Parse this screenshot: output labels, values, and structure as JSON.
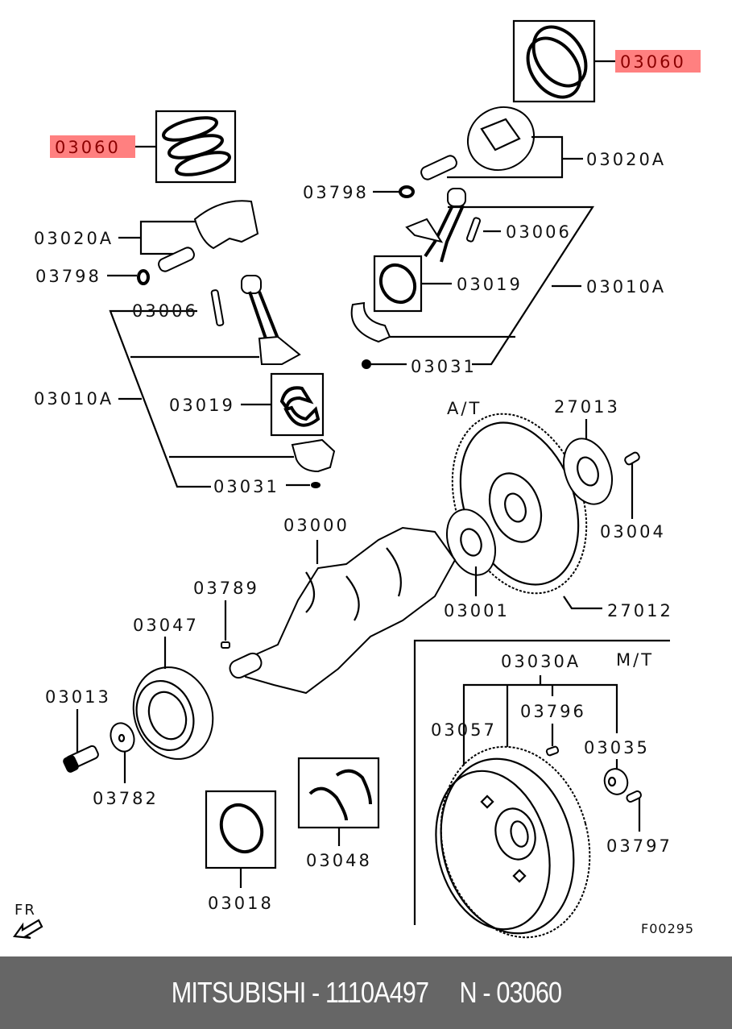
{
  "diagram": {
    "title": "Crankshaft, Piston & Flywheel exploded parts diagram",
    "highlight_color": "#ff8080",
    "highlight_text_color": "#8b0000",
    "section_labels": {
      "at": "A/T",
      "mt": "M/T"
    },
    "figure_code": "F00295",
    "front_label": "FR",
    "callouts": {
      "piston_rings_right": "03060",
      "piston_rings_left": "03060",
      "piston_right": "03020A",
      "piston_left": "03020A",
      "snap_ring_right": "03798",
      "snap_ring_left": "03798",
      "conrod_bolt_right": "03006",
      "conrod_bolt_left": "03006",
      "conrod_bearing_right": "03019",
      "conrod_bearing_left": "03019",
      "conrod_assy_right": "03010A",
      "conrod_assy_left": "03010A",
      "conrod_nut_right": "03031",
      "conrod_nut_left": "03031",
      "crankshaft": "03000",
      "adapter_plate": "03001",
      "drive_plate": "27012",
      "drive_plate_adapter": "27013",
      "drive_plate_bolt": "03004",
      "woodruff_key": "03789",
      "damper_pulley": "03047",
      "pulley_bolt": "03013",
      "washer": "03782",
      "main_bearing": "03018",
      "thrust_bearing": "03048",
      "flywheel_assy": "03030A",
      "flywheel": "03057",
      "dowel_pin": "03796",
      "pilot_bearing": "03035",
      "flywheel_bolt": "03797"
    },
    "highlighted": [
      "piston_rings_right",
      "piston_rings_left"
    ]
  },
  "footer": {
    "text": "MITSUBISHI - 1110A497     N - 03060",
    "brand": "MITSUBISHI",
    "part_number": "1110A497",
    "ref": "N - 03060"
  }
}
